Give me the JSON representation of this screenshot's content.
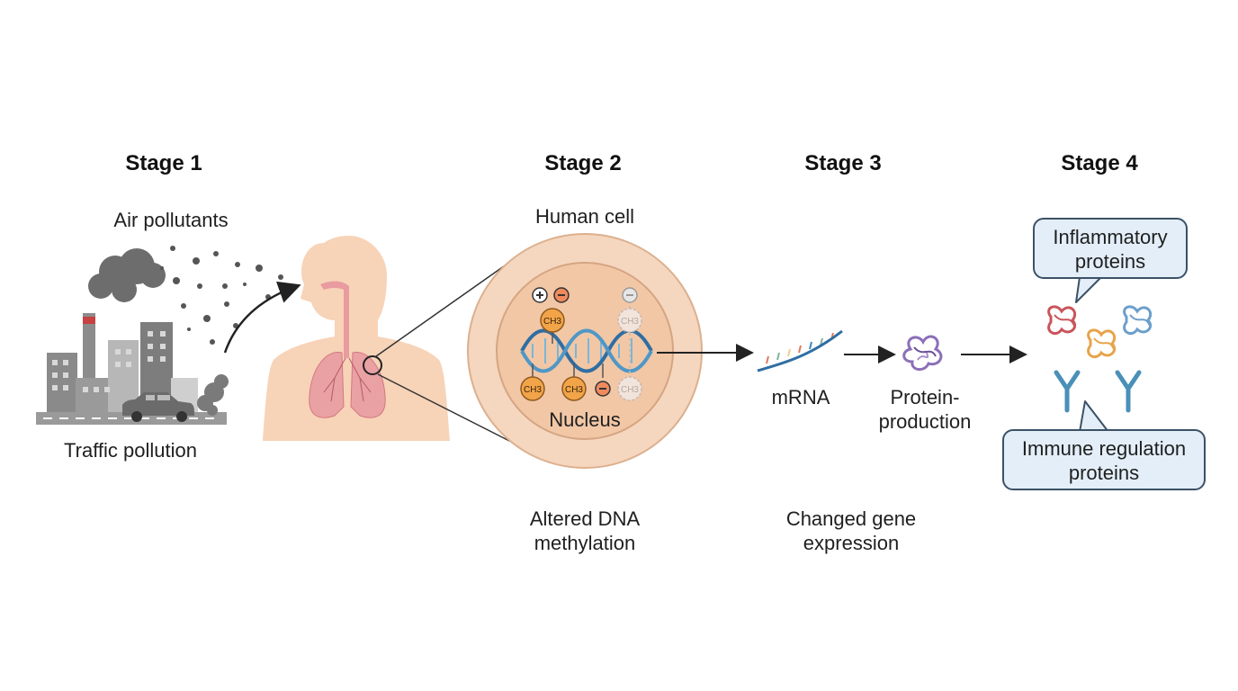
{
  "stages": {
    "s1": "Stage 1",
    "s2": "Stage 2",
    "s3": "Stage 3",
    "s4": "Stage 4"
  },
  "labels": {
    "air_pollutants": "Air pollutants",
    "traffic_pollution": "Traffic pollution",
    "human_cell": "Human cell",
    "nucleus": "Nucleus",
    "methyl": "CH3",
    "mrna": "mRNA",
    "protein_production_1": "Protein-",
    "protein_production_2": "production",
    "altered_dna_1": "Altered DNA",
    "altered_dna_2": "methylation",
    "changed_gene_1": "Changed gene",
    "changed_gene_2": "expression",
    "inflammatory_1": "Inflammatory",
    "inflammatory_2": "proteins",
    "immune_1": "Immune regulation",
    "immune_2": "proteins"
  },
  "colors": {
    "skin": "#f7d3b8",
    "lungs": "#e9a1a4",
    "cell_outer": "#f5d6bf",
    "nucleus": "#f2c7a6",
    "methyl_active": "#f2a448",
    "methyl_removed": "#e7d6cd",
    "dna": "#2f6ea2",
    "protein": "#8c6fb8",
    "bubble_fill": "#e3eef8",
    "antibody": "#4a90b8"
  }
}
